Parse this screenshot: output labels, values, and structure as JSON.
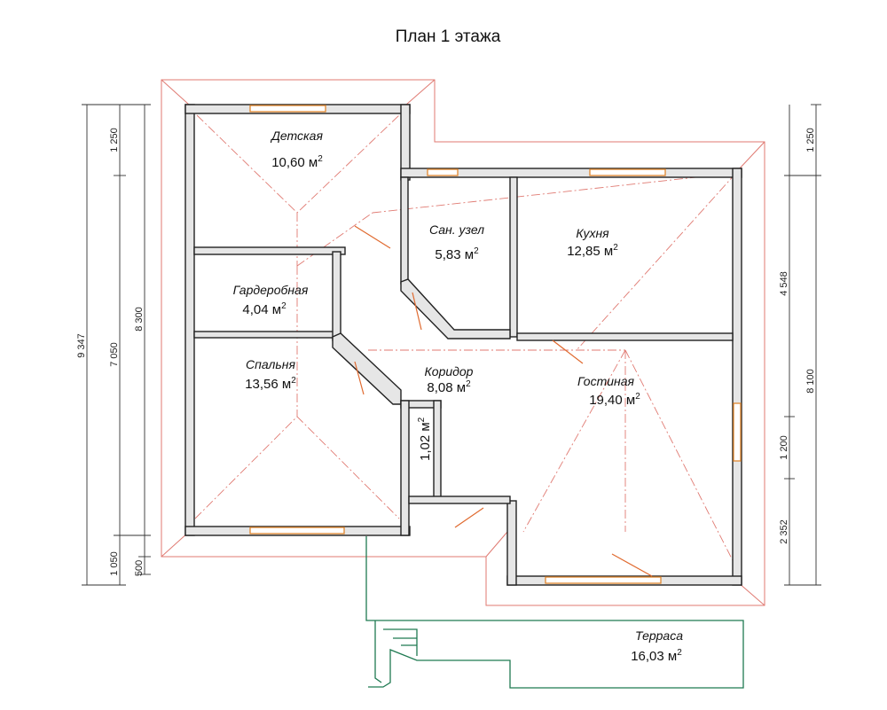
{
  "title": "План 1 этажа",
  "area_unit": "м",
  "area_exponent": "2",
  "rooms": [
    {
      "name": "Детская",
      "area": "10,60"
    },
    {
      "name": "Сан. узел",
      "area": "5,83"
    },
    {
      "name": "Кухня",
      "area": "12,85"
    },
    {
      "name": "Гардеробная",
      "area": "4,04"
    },
    {
      "name": "Спальня",
      "area": "13,56"
    },
    {
      "name": "Коридор",
      "area": "8,08"
    },
    {
      "name": "Гостиная",
      "area": "19,40"
    },
    {
      "name": "",
      "area": "1,02"
    },
    {
      "name": "Терраса",
      "area": "16,03"
    }
  ],
  "dimensions_left": {
    "outer": "9 347",
    "middle": "7 050",
    "inner": "8 300",
    "top_offset": "1 250",
    "bottom_offset": "1 050",
    "eave": "500"
  },
  "dimensions_right": {
    "top_offset": "1 250",
    "upper": "4 548",
    "overall": "8 100",
    "mid": "1 200",
    "lower": "2 352"
  },
  "colors": {
    "walls": "#e6e6e6",
    "roof_lines": "#e07a72",
    "windows": "#e0872f",
    "terrace": "#1f7a52"
  }
}
